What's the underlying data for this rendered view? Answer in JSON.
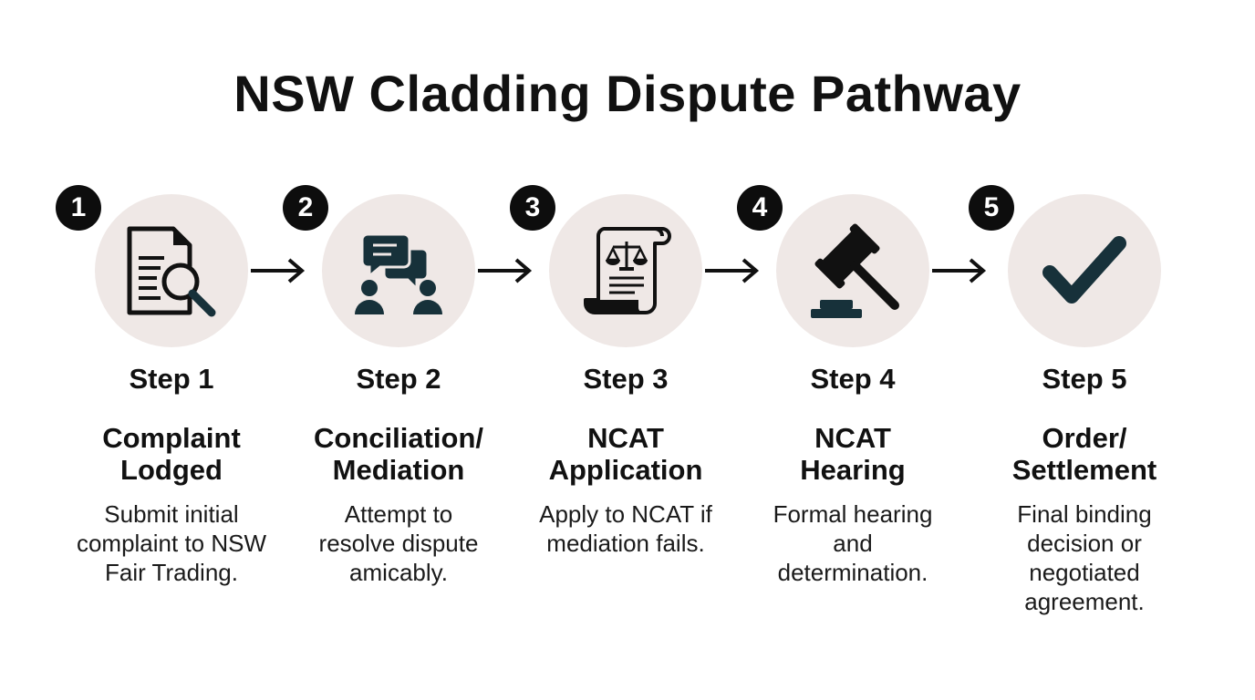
{
  "title": "NSW Cladding Dispute Pathway",
  "colors": {
    "circle_bg": "#efe8e6",
    "icon_dark": "#17313a",
    "badge_bg": "#0d0d0d"
  },
  "steps": [
    {
      "number": "1",
      "label": "Step 1",
      "heading": "Complaint\nLodged",
      "description": "Submit initial\ncomplaint to NSW\nFair Trading.",
      "icon": "document-search-icon"
    },
    {
      "number": "2",
      "label": "Step 2",
      "heading": "Conciliation/\nMediation",
      "description": "Attempt to\nresolve dispute\namicably.",
      "icon": "mediation-chat-icon"
    },
    {
      "number": "3",
      "label": "Step 3",
      "heading": "NCAT\nApplication",
      "description": "Apply to NCAT if\nmediation fails.",
      "icon": "legal-scroll-icon"
    },
    {
      "number": "4",
      "label": "Step 4",
      "heading": "NCAT\nHearing",
      "description": "Formal hearing\nand\ndetermination.",
      "icon": "gavel-icon"
    },
    {
      "number": "5",
      "label": "Step 5",
      "heading": "Order/\nSettlement",
      "description": "Final binding\ndecision or\nnegotiated\nagreement.",
      "icon": "checkmark-icon"
    }
  ]
}
